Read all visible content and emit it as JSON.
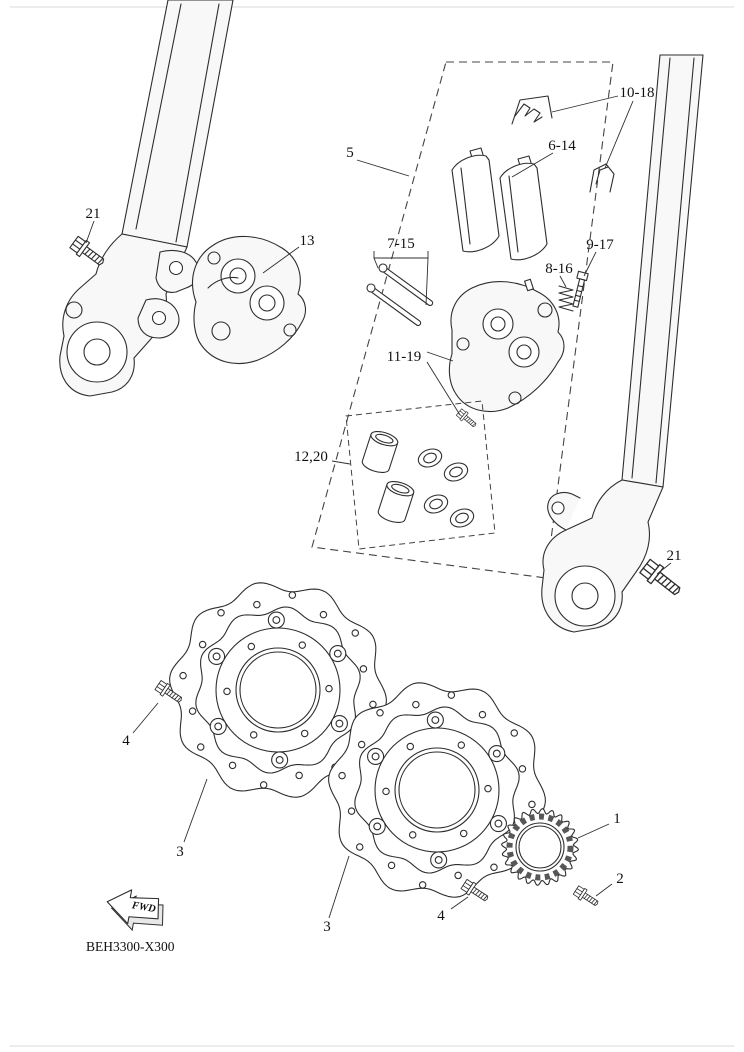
{
  "diagram": {
    "drawing_code": "BEH3300-X300",
    "fwd_label": "FWD",
    "callouts": {
      "fork_bolt_left": "21",
      "caliper_left": "13",
      "kit_outline": "5",
      "pad_pins": "7-15",
      "brake_pads": "6-14",
      "pad_springs": "10-18",
      "spring": "8-16",
      "bleed_screw": "9-17",
      "caliper_assy": "11-19",
      "seal_kit": "12,20",
      "fork_bolt_right": "21",
      "disc_left": "3",
      "disc_bolt_left": "4",
      "disc_right": "3",
      "disc_bolt_right": "4",
      "sensor_rotor": "1",
      "sensor_rotor_bolt": "2"
    }
  }
}
